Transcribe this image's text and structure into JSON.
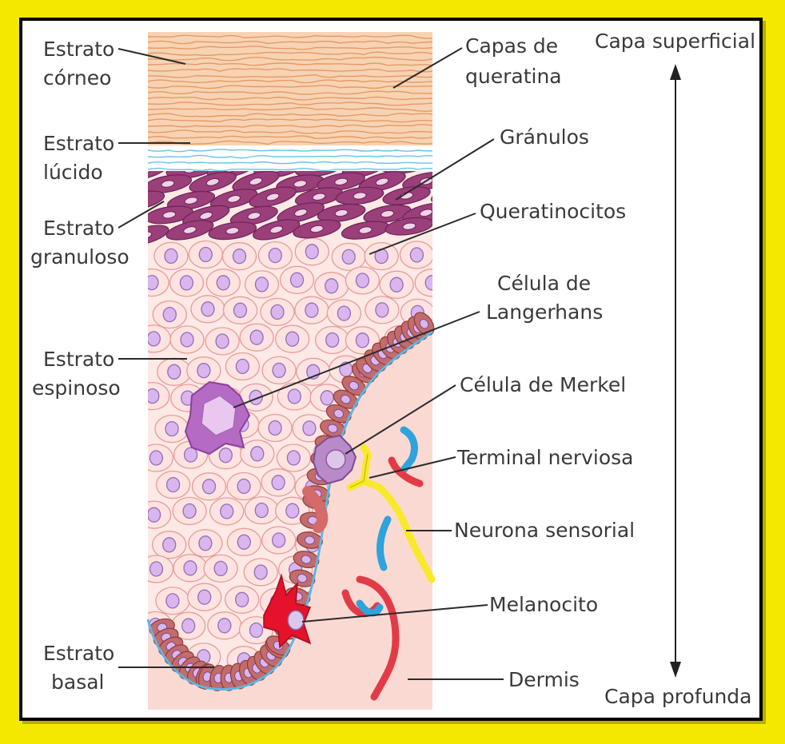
{
  "labels": {
    "estrato_corneo": [
      "Estrato",
      "córneo"
    ],
    "estrato_lucido": [
      "Estrato",
      "lúcido"
    ],
    "estrato_granuloso": [
      "Estrato",
      "granuloso"
    ],
    "estrato_espinoso": [
      "Estrato",
      "espinoso"
    ],
    "estrato_basal": [
      "Estrato",
      "basal"
    ],
    "capas_queratina": [
      "Capas de",
      "queratina"
    ],
    "granulos": "Gránulos",
    "queratinocitos": "Queratinocitos",
    "celula_langerhans": [
      "Célula de",
      "Langerhans"
    ],
    "celula_merkel": "Célula de Merkel",
    "terminal_nerviosa": "Terminal nerviosa",
    "neurona_sensorial": "Neurona sensorial",
    "melanocito": "Melanocito",
    "dermis": "Dermis"
  },
  "depth_axis": {
    "top": "Capa superficial",
    "bottom": "Capa profunda"
  },
  "colors": {
    "frame": "#f5e800",
    "keratin": "#f3c7a0",
    "keratin_stroke": "#e8a575",
    "lucidum": "#6cc3e8",
    "granular": "#9a3f7a",
    "spinous_fill": "#fde4e0",
    "cell_stroke": "#e99a9a",
    "nucleus": "#d9b7ee",
    "dermis": "#fbd9d3",
    "basal": "#c46b6b",
    "nerve": "#f8ec2a",
    "vessel_red": "#e23b47",
    "vessel_blue": "#2ea3dc",
    "melanocyte": "#e4122a",
    "immune": "#b56bc3"
  }
}
